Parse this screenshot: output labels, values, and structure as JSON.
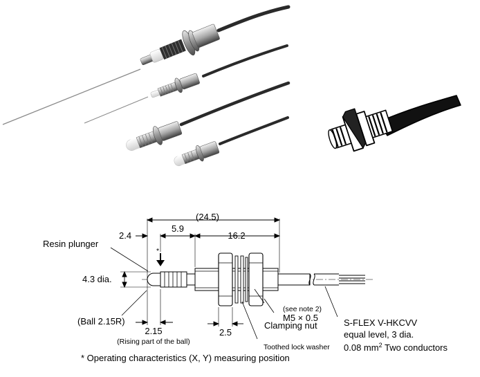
{
  "drawing": {
    "overall_length": "(24.5)",
    "dim_2_4": "2.4",
    "dim_5_9": "5.9",
    "dim_16_2": "16.2",
    "resin_plunger": "Resin plunger",
    "diameter": "4.3 dia.",
    "ball": "(Ball 2.15R)",
    "dim_2_15": "2.15",
    "rising_part": "(Rising part of the ball)",
    "dim_2_5": "2.5",
    "clamping_nut": "Clamping nut",
    "see_note": "(see note 2)",
    "thread": "M5 × 0.5",
    "toothed_washer": "Toothed lock washer",
    "cable_line1": "S-FLEX V-HKCVV",
    "cable_line2": "equal level, 3 dia.",
    "cable_line3_pre": "0.08 mm",
    "cable_line3_sup": "2",
    "cable_line3_post": " Two conductors",
    "asterisk": "*",
    "footnote": "* Operating characteristics (X, Y) measuring position"
  },
  "colors": {
    "cable": "#2a2a2a",
    "metal": "#b5b5b5",
    "metal_dark": "#6e6e6e",
    "white_tip": "#f3f3f3"
  }
}
